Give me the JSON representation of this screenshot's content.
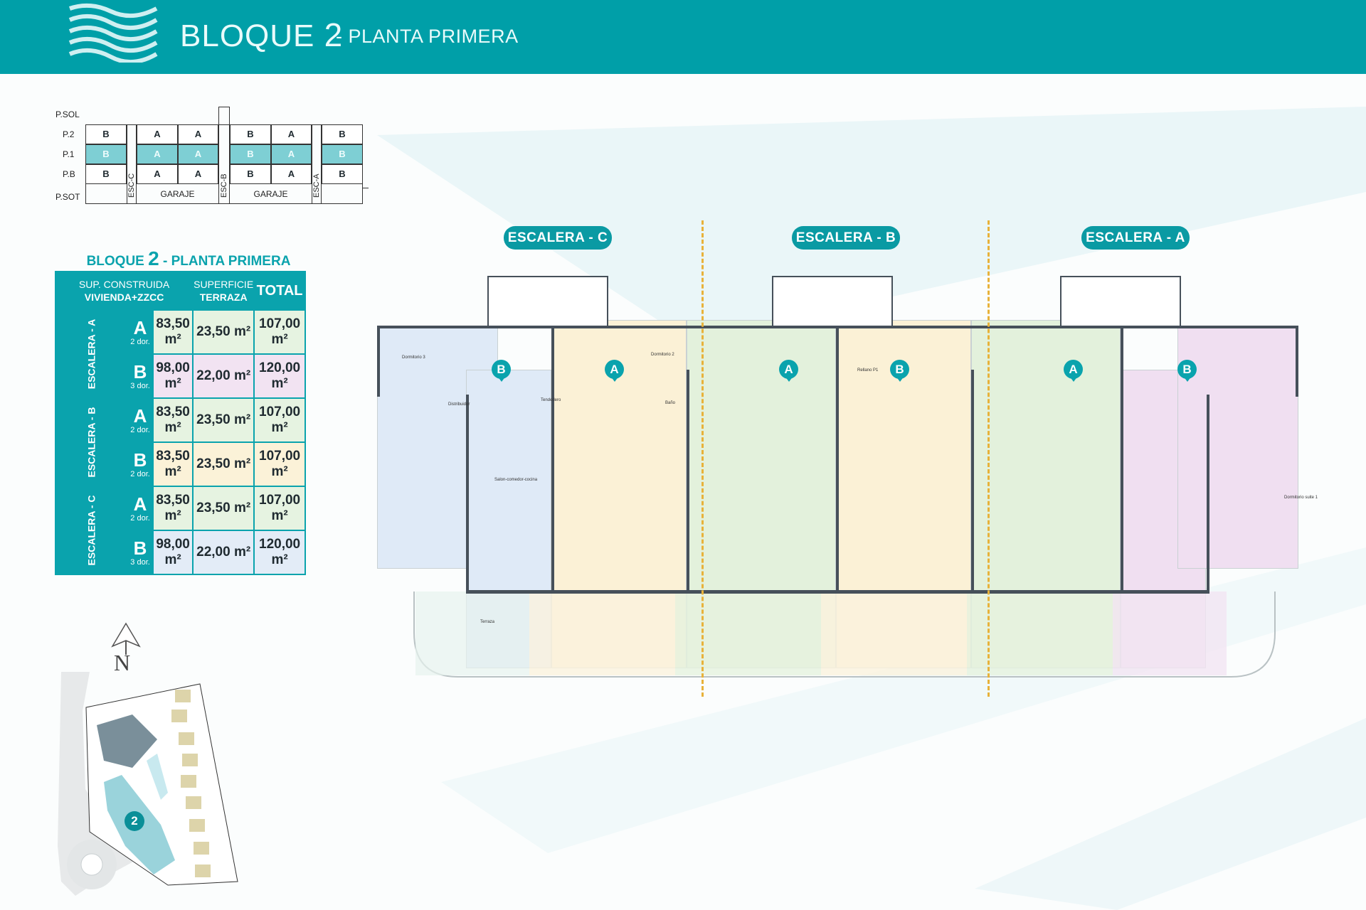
{
  "header": {
    "block": "BLOQUE",
    "block_num": "2",
    "dash": "-",
    "floor": "PLANTA PRIMERA"
  },
  "schema": {
    "levels": [
      "P.SOL",
      "P.2",
      "P.1",
      "P.B",
      "P.SOT"
    ],
    "row_p2": [
      "B",
      "A",
      "A",
      "B",
      "A",
      "B"
    ],
    "row_p1": [
      "B",
      "A",
      "A",
      "B",
      "A",
      "B"
    ],
    "row_pb": [
      "B",
      "A",
      "A",
      "B",
      "A",
      "B"
    ],
    "stairs": [
      "ESC-C",
      "ESC-B",
      "ESC-A"
    ],
    "garage": "GARAJE"
  },
  "table": {
    "title_prefix": "BLOQUE",
    "title_num": "2",
    "title_suffix": "- PLANTA PRIMERA",
    "col1_line1": "SUP. CONSTRUIDA",
    "col1_line2": "VIVIENDA+ZZCC",
    "col2_line1": "SUPERFICIE",
    "col2_line2": "TERRAZA",
    "col3": "TOTAL",
    "groups": [
      {
        "stair": "ESCALERA - A",
        "rows": [
          {
            "type": "A",
            "dorms": "2 dor.",
            "built": "83,50 m²",
            "terrace": "23,50 m²",
            "total": "107,00 m²"
          },
          {
            "type": "B",
            "dorms": "3 dor.",
            "built": "98,00 m²",
            "terrace": "22,00 m²",
            "total": "120,00 m²"
          }
        ]
      },
      {
        "stair": "ESCALERA - B",
        "rows": [
          {
            "type": "A",
            "dorms": "2 dor.",
            "built": "83,50 m²",
            "terrace": "23,50 m²",
            "total": "107,00 m²"
          },
          {
            "type": "B",
            "dorms": "2 dor.",
            "built": "83,50 m²",
            "terrace": "23,50 m²",
            "total": "107,00 m²"
          }
        ]
      },
      {
        "stair": "ESCALERA - C",
        "rows": [
          {
            "type": "A",
            "dorms": "2 dor.",
            "built": "83,50 m²",
            "terrace": "23,50 m²",
            "total": "107,00 m²"
          },
          {
            "type": "B",
            "dorms": "3 dor.",
            "built": "98,00 m²",
            "terrace": "22,00 m²",
            "total": "120,00 m²"
          }
        ]
      }
    ]
  },
  "plan": {
    "stair_labels": [
      "ESCALERA - C",
      "ESCALERA - B",
      "ESCALERA - A"
    ],
    "unit_markers": [
      "B",
      "A",
      "A",
      "B",
      "A",
      "B"
    ],
    "rooms": [
      "Dormitorio 3",
      "Dormitorio 2",
      "Distribuidor",
      "Baño",
      "Salon-comedor-cocina",
      "Dormitorio suite 1",
      "Terraza",
      "Tendedero",
      "Rellano P1"
    ]
  },
  "location": {
    "north": "N",
    "block_marker": "2"
  },
  "colors": {
    "teal": "#009fa8",
    "unitA": "#e6f3e1",
    "unitB": "#f2e3f2"
  }
}
